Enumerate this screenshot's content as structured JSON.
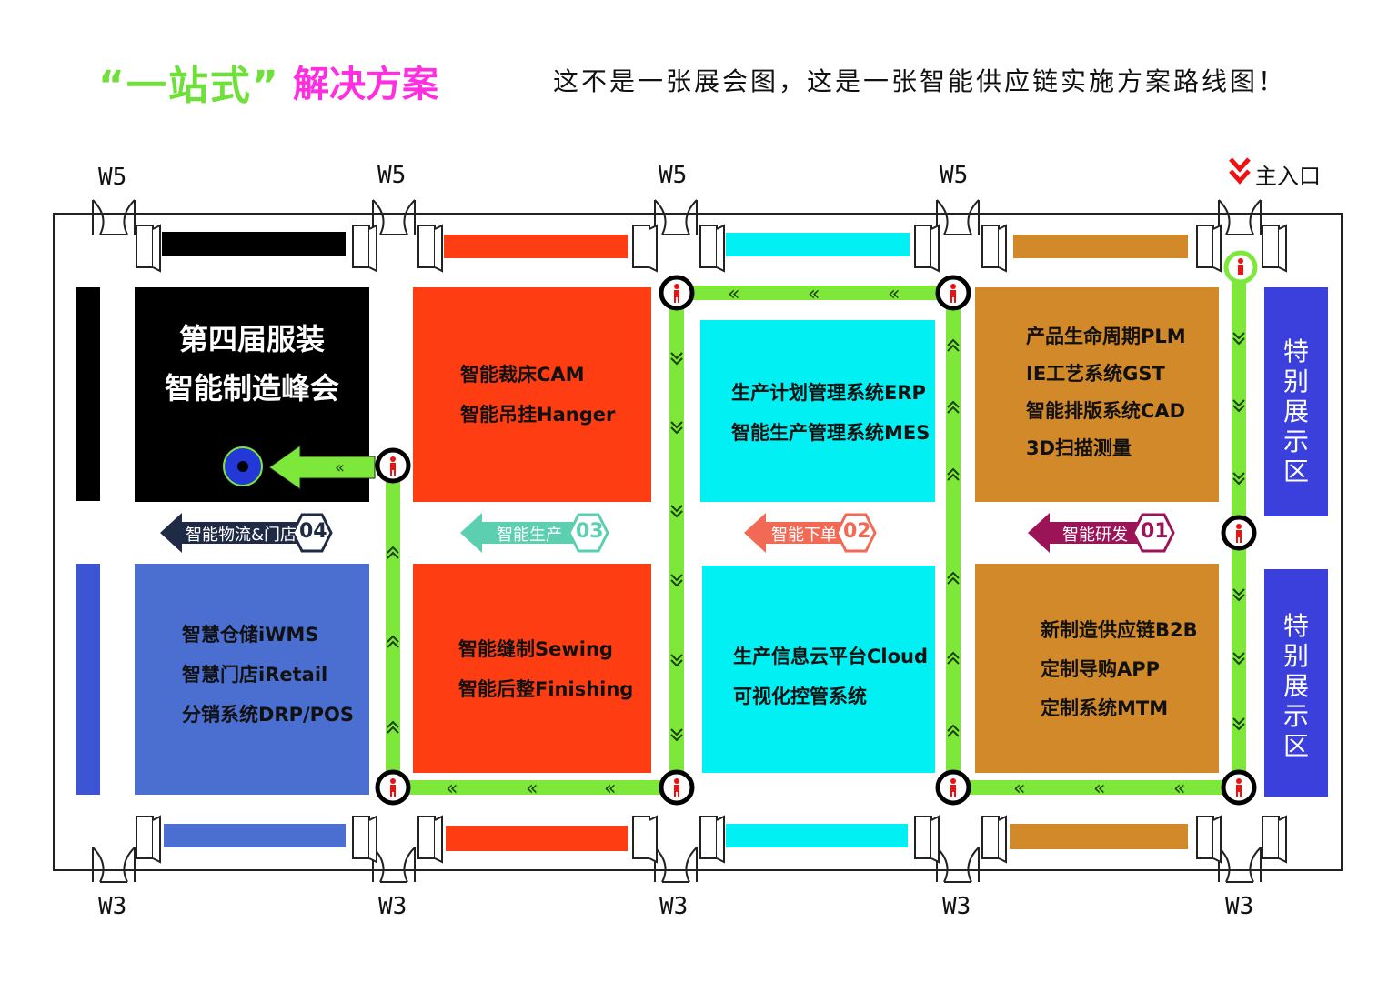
{
  "header": {
    "title_green": "“一站式”",
    "title_pink": "解决方案",
    "subtitle": "这不是一张展会图，这是一张智能供应链实施方案路线图！"
  },
  "entrance": {
    "label": "主入口"
  },
  "gates": {
    "top": [
      "W5",
      "W5",
      "W5",
      "W5"
    ],
    "bottom": [
      "W3",
      "W3",
      "W3",
      "W3",
      "W3"
    ]
  },
  "booths": {
    "summit": {
      "line1": "第四届服装",
      "line2": "智能制造峰会"
    },
    "warehouse": [
      "智慧仓储iWMS",
      "智慧门店iRetail",
      "分销系统DRP/POS"
    ],
    "cutting": [
      "智能裁床CAM",
      "智能吊挂Hanger"
    ],
    "sewing": [
      "智能缝制Sewing",
      "智能后整Finishing"
    ],
    "erp": [
      "生产计划管理系统ERP",
      "智能生产管理系统MES"
    ],
    "cloud": [
      "生产信息云平台Cloud",
      "可视化控管系统"
    ],
    "plm": [
      "产品生命周期PLM",
      "IE工艺系统GST",
      "智能排版系统CAD",
      "3D扫描测量"
    ],
    "b2b": [
      "新制造供应链B2B",
      "定制导购APP",
      "定制系统MTM"
    ],
    "special_top": "特别展示区",
    "special_bottom": "特别展示区"
  },
  "zones": [
    {
      "label": "智能研发",
      "num": "01",
      "color": "#9c1458"
    },
    {
      "label": "智能下单",
      "num": "02",
      "color": "#f26a55"
    },
    {
      "label": "智能生产",
      "num": "03",
      "color": "#5ccfb0"
    },
    {
      "label": "智能物流&门店",
      "num": "04",
      "color": "#1f2a44"
    }
  ],
  "colors": {
    "path": "#7ee83a",
    "red_booth": "#ff3d12",
    "cyan_booth": "#00f0f4",
    "brown_booth": "#d1892a",
    "blue_booth": "#4a6fd1",
    "special": "#3b3fdc",
    "black_booth": "#000000"
  }
}
